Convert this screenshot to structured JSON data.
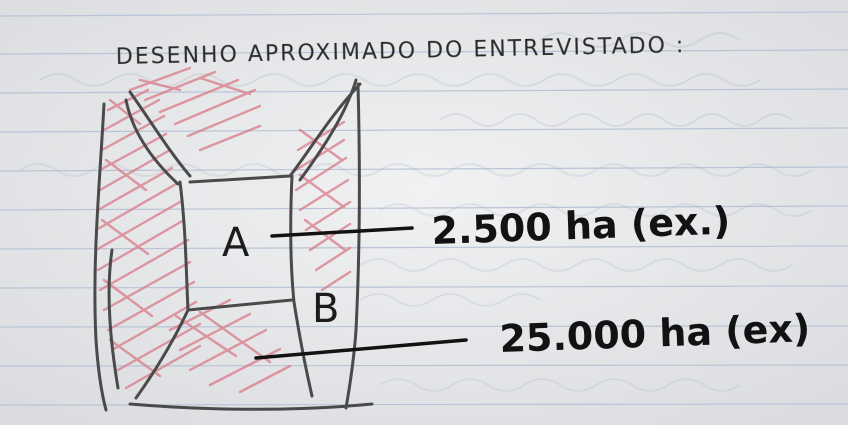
{
  "photo": {
    "title": "DESENHO APROXIMADO DO ENTREVISTADO :",
    "labels": {
      "a": "A",
      "b": "B"
    },
    "areas": {
      "a": "2.500 ha (ex.)",
      "b": "25.000 ha (ex)"
    },
    "colors": {
      "paper": "#eceef0",
      "ruled_line": "#b9c4d6",
      "pencil": "#4a4a4a",
      "ink": "#121212",
      "hatch": "#d97a86"
    }
  }
}
